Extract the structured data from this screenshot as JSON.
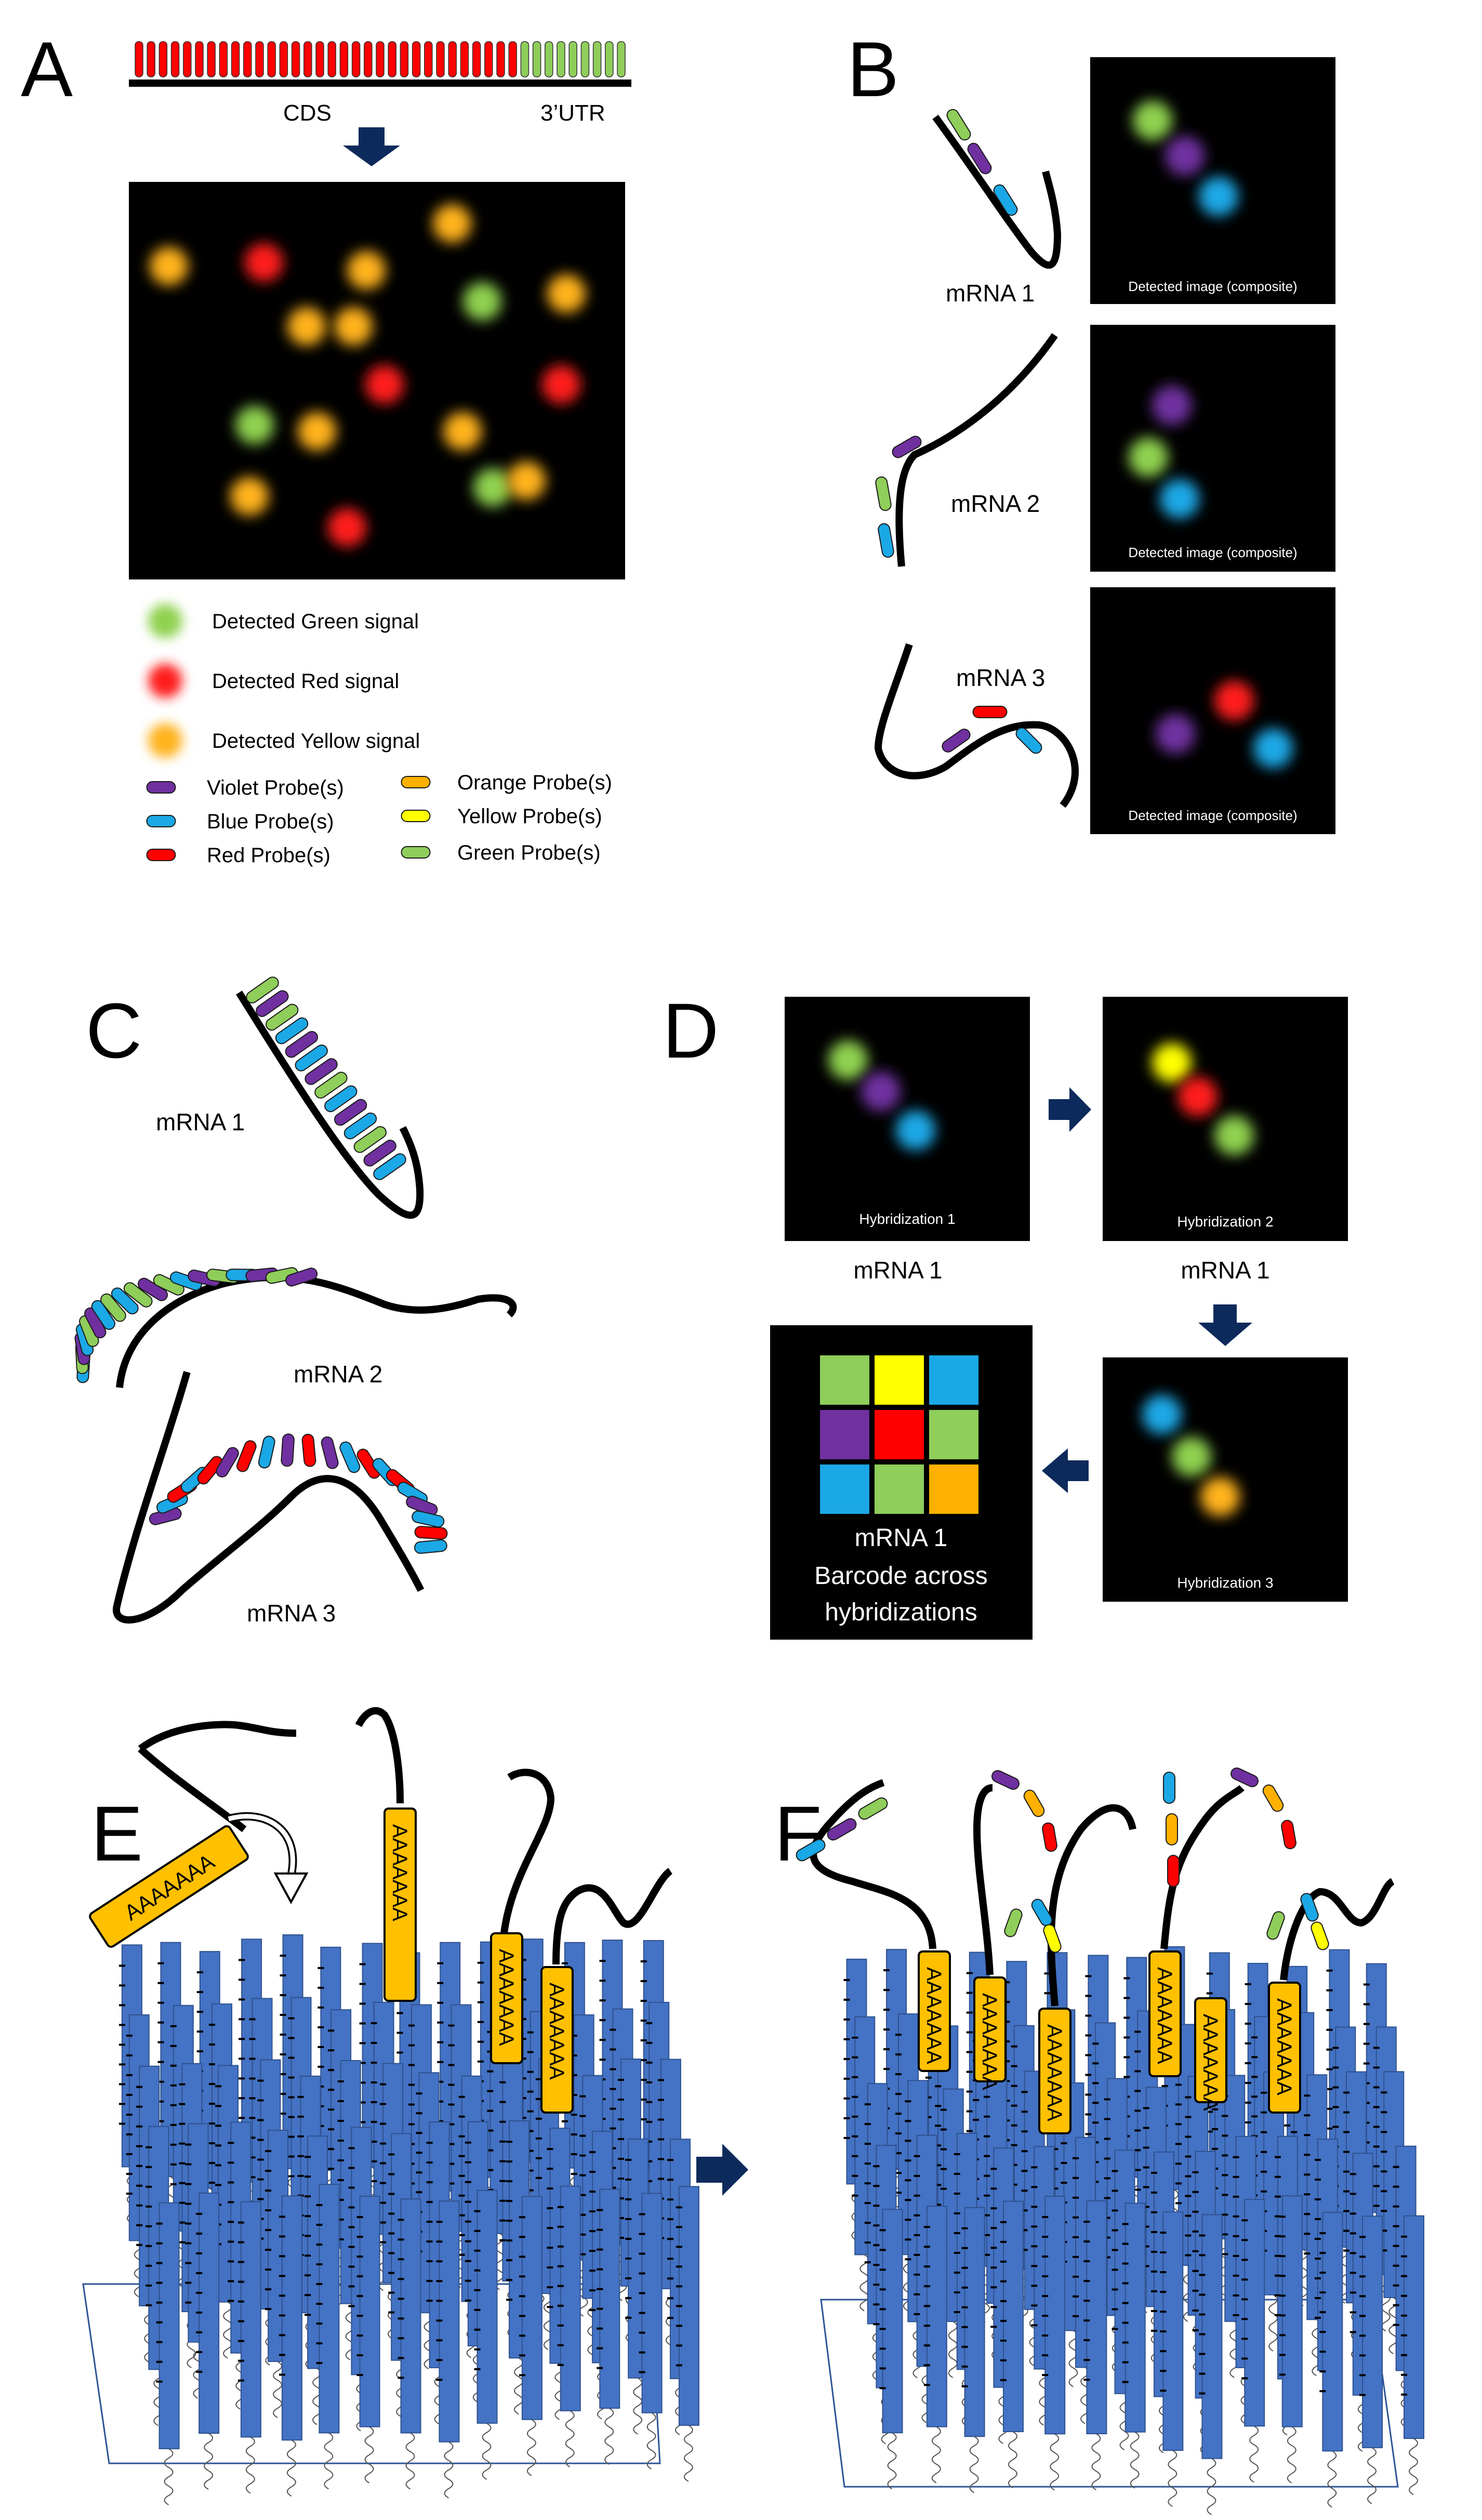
{
  "panels": {
    "A": {
      "letter": "A",
      "cds_label": "CDS",
      "utr_label": "3’UTR",
      "legend_signals": [
        {
          "label": "Detected Green signal",
          "color": "#8fd14f"
        },
        {
          "label": "Detected Red signal",
          "color": "#ff1a1a"
        },
        {
          "label": "Detected Yellow signal",
          "color": "#ffb21a"
        }
      ],
      "legend_probes_left": [
        {
          "label": "Violet Probe(s)",
          "color": "#7030a0"
        },
        {
          "label": "Blue Probe(s)",
          "color": "#1ba8e6"
        },
        {
          "label": "Red Probe(s)",
          "color": "#ff0000"
        }
      ],
      "legend_probes_right": [
        {
          "label": "Orange Probe(s)",
          "color": "#ffb000"
        },
        {
          "label": "Yellow Probe(s)",
          "color": "#ffff00"
        },
        {
          "label": "Green Probe(s)",
          "color": "#8fce5a"
        }
      ]
    },
    "B": {
      "letter": "B",
      "mrna_labels": [
        "mRNA 1",
        "mRNA 2",
        "mRNA 3"
      ],
      "image_caption": "Detected image (composite)"
    },
    "C": {
      "letter": "C",
      "mrna_labels": [
        "mRNA 1",
        "mRNA 2",
        "mRNA 3"
      ]
    },
    "D": {
      "letter": "D",
      "hyb_labels": [
        "Hybridization 1",
        "Hybridization 2",
        "Hybridization 3"
      ],
      "mrna_label_1": "mRNA 1",
      "mrna_label_2": "mRNA 1",
      "barcode_title": "mRNA 1",
      "barcode_line1": "Barcode across",
      "barcode_line2": "hybridizations"
    },
    "E": {
      "letter": "E",
      "poly_a": "AAAAAAA"
    },
    "F": {
      "letter": "F",
      "poly_a": "AAAAAAA"
    }
  },
  "colors": {
    "green": "#8fd14f",
    "red": "#ff1a1a",
    "yellow": "#ffb21a",
    "violet": "#7030a0",
    "blue": "#1ba8e6",
    "probe_red": "#ff0000",
    "orange": "#ffb000",
    "probe_yellow": "#ffff00",
    "probe_green": "#8fce5a",
    "navy": "#0d2a5c",
    "column_blue": "#4472c4",
    "polyA_fill": "#ffc000"
  }
}
